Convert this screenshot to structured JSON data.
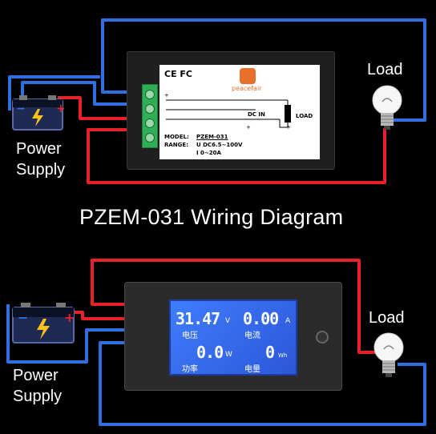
{
  "title": "PZEM-031 Wiring Diagram",
  "top": {
    "power_supply_label": [
      "Power",
      "Supply"
    ],
    "load_label": "Load",
    "sticker": {
      "certs": "CE FC",
      "brand": "peacefair",
      "dc_in": "DC IN",
      "load": "LOAD",
      "model_key": "MODEL:",
      "model_val": "PZEM-031",
      "range_key": "RANGE:",
      "range_u": "U DC6.5~100V",
      "range_i": "I  0~20A",
      "plus": "+",
      "minus": "−"
    }
  },
  "bottom": {
    "power_supply_label": [
      "Power",
      "Supply"
    ],
    "load_label": "Load",
    "lcd": {
      "voltage": "31.47",
      "voltage_unit": "V",
      "voltage_caption": "电压",
      "current": "0.00",
      "current_unit": "A",
      "current_caption": "电流",
      "power": "0.0",
      "power_unit": "W",
      "power_caption": "功率",
      "energy": "0",
      "energy_unit": "Wh",
      "energy_caption": "电量"
    }
  },
  "colors": {
    "positive_wire": "#e8202a",
    "negative_wire": "#2f6fe0",
    "lcd_blue": "#3f7dff",
    "terminal_green": "#2fae55"
  }
}
